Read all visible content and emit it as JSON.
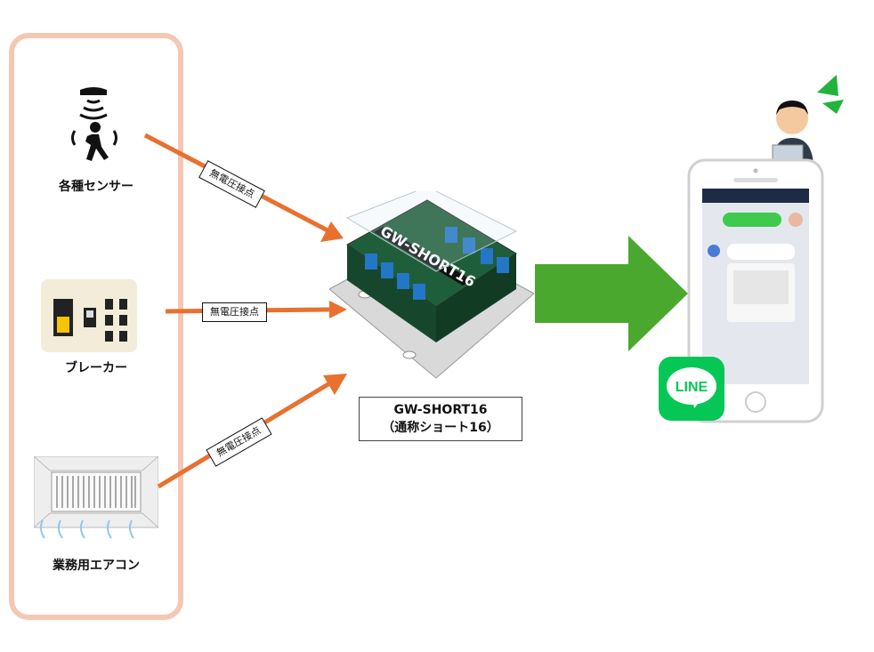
{
  "sources": [
    {
      "label": "各種センサー",
      "icon": "motion-sensor-icon"
    },
    {
      "label": "ブレーカー",
      "icon": "breaker-icon"
    },
    {
      "label": "業務用エアコン",
      "icon": "ceiling-air-conditioner-icon"
    }
  ],
  "connection_label": "無電圧接点",
  "product": {
    "name": "GW-SHORT16",
    "nickname": "（通称ショート16）",
    "board_text": "GW-SHORT16"
  },
  "app": {
    "logo_text": "LINE"
  },
  "colors": {
    "panel_border": "#f5c7b3",
    "arrow": "#e8712f",
    "big_arrow": "#4aa82f",
    "line_green": "#06c755"
  }
}
